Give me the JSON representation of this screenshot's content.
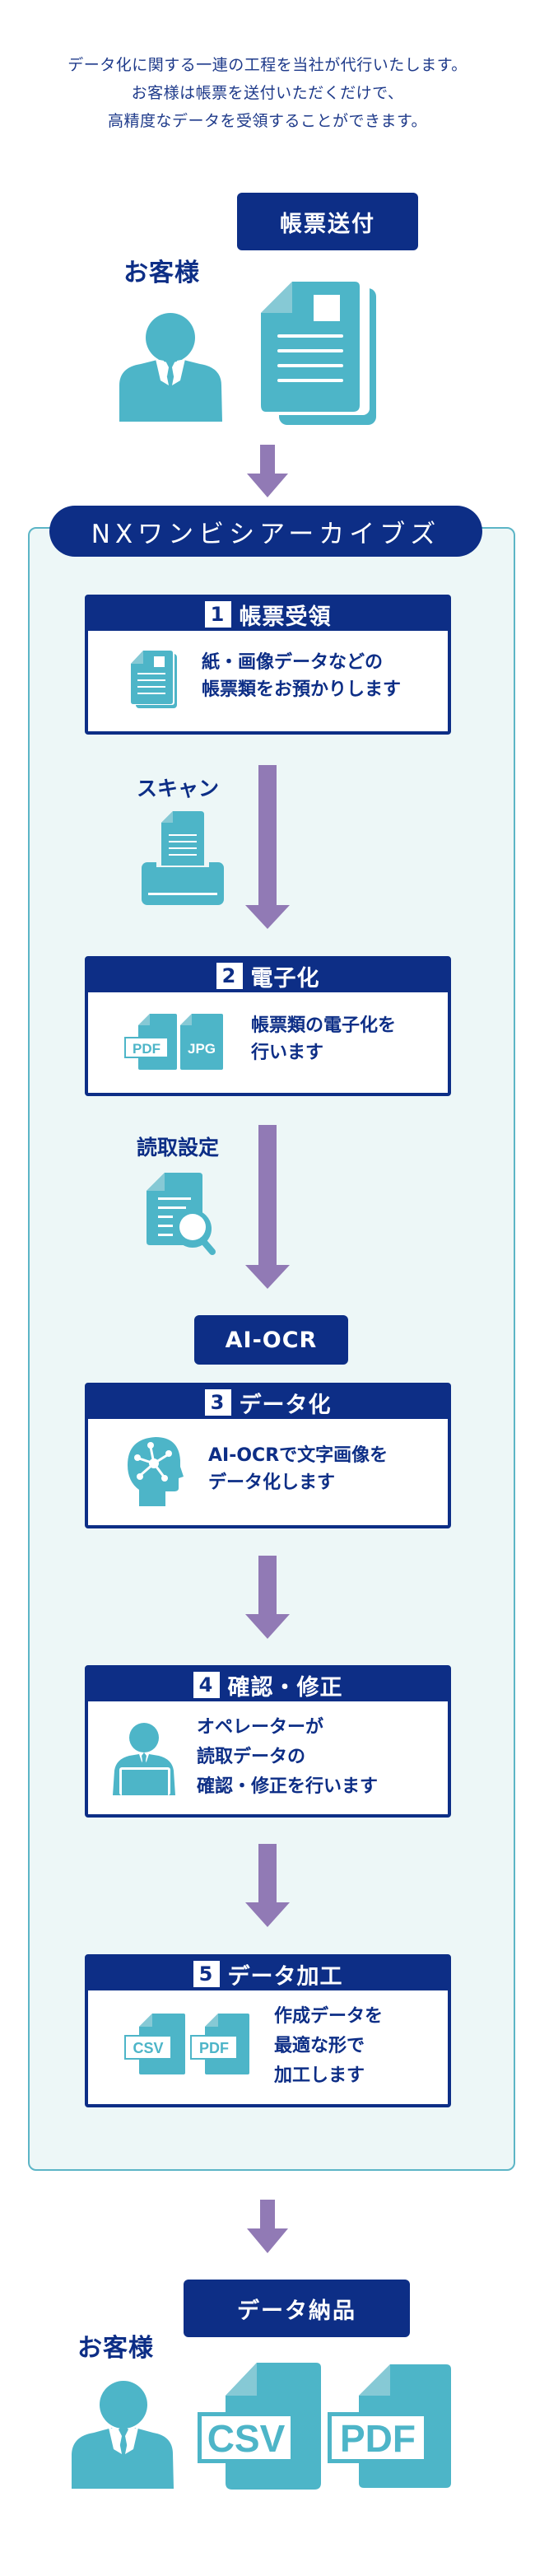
{
  "intro": {
    "lines": [
      "データ化に関する一連の工程を当社が代行いたします。",
      "お客様は帳票を送付いただくだけで、",
      "高精度なデータを受領することができます。"
    ]
  },
  "top": {
    "customer_label": "お客様",
    "send_label": "帳票送付"
  },
  "service": {
    "title": "NXワンビシアーカイブズ",
    "scan_label": "スキャン",
    "reading_label": "読取設定",
    "ocr_label": "AI-OCR",
    "steps": [
      {
        "num": "1",
        "title": "帳票受領",
        "text": [
          "紙・画像データなどの",
          "帳票類をお預かりします"
        ],
        "icon": "document-stack-icon"
      },
      {
        "num": "2",
        "title": "電子化",
        "text": [
          "帳票類の電子化を",
          "行います"
        ],
        "icon": "pdf-jpg-file-icon",
        "file_labels": [
          "PDF",
          "JPG"
        ]
      },
      {
        "num": "3",
        "title": "データ化",
        "text": [
          "AI-OCRで文字画像を",
          "データ化します"
        ],
        "icon": "ai-head-icon"
      },
      {
        "num": "4",
        "title": "確認・修正",
        "text": [
          "オペレーターが",
          "読取データの",
          "確認・修正を行います"
        ],
        "icon": "operator-icon"
      },
      {
        "num": "5",
        "title": "データ加工",
        "text": [
          "作成データを",
          "最適な形で",
          "加工します"
        ],
        "icon": "csv-pdf-file-icon",
        "file_labels": [
          "CSV",
          "PDF"
        ]
      }
    ]
  },
  "bottom": {
    "delivery_label": "データ納品",
    "customer_label": "お客様",
    "file_labels": [
      "CSV",
      "PDF"
    ]
  },
  "colors": {
    "navy": "#0d2e86",
    "teal": "#4db5c8",
    "arrow": "#917ab5",
    "panel_bg": "#edf7f7",
    "panel_border": "#5cb5c6"
  }
}
